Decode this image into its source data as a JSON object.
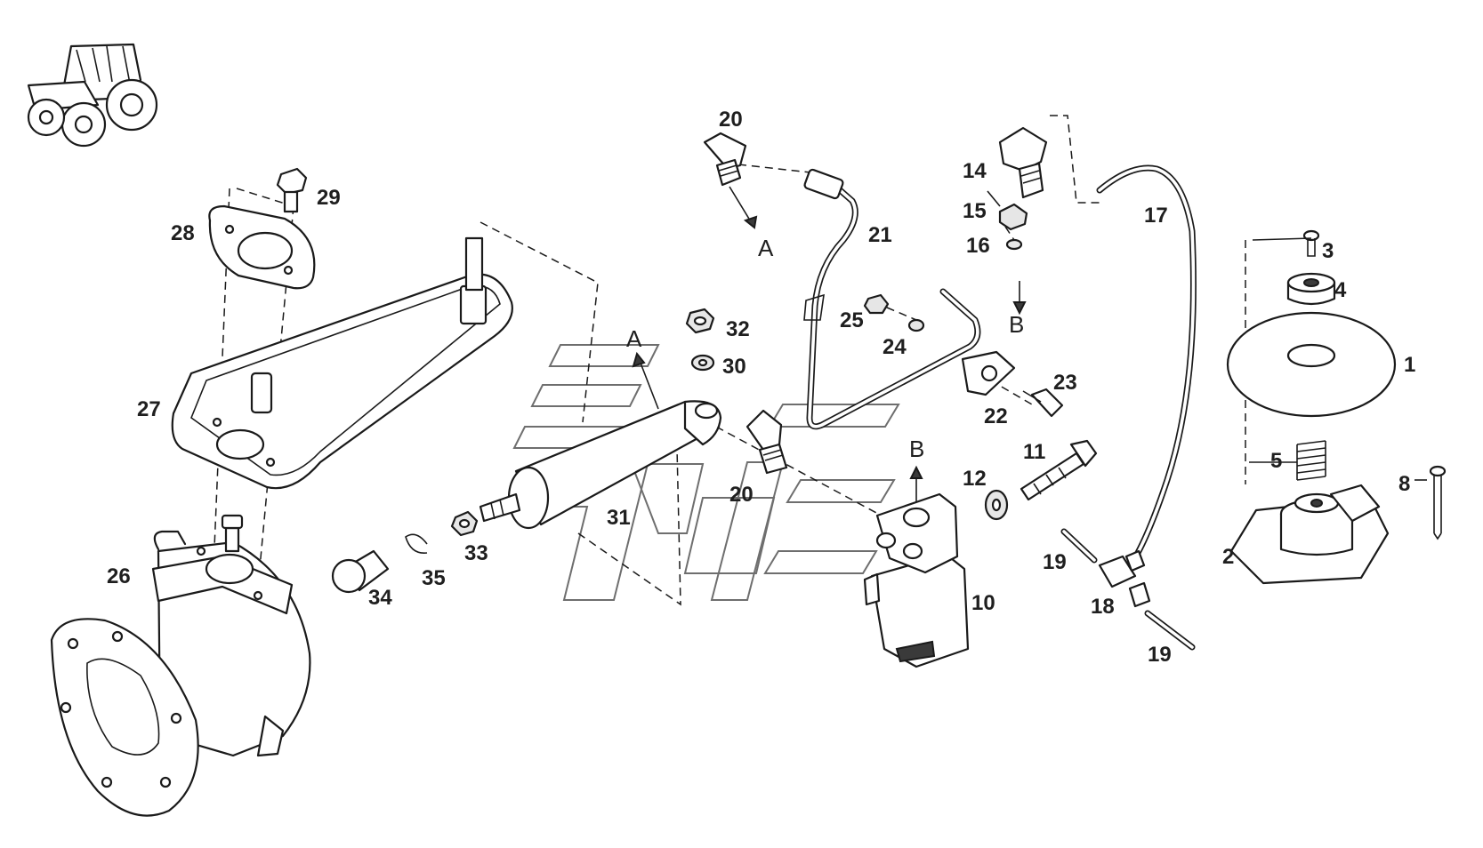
{
  "diagram": {
    "callouts": [
      {
        "id": "c1",
        "label": "1"
      },
      {
        "id": "c2",
        "label": "2"
      },
      {
        "id": "c3",
        "label": "3"
      },
      {
        "id": "c4",
        "label": "4"
      },
      {
        "id": "c5",
        "label": "5"
      },
      {
        "id": "c8",
        "label": "8"
      },
      {
        "id": "c10",
        "label": "10"
      },
      {
        "id": "c11",
        "label": "11"
      },
      {
        "id": "c12",
        "label": "12"
      },
      {
        "id": "c14",
        "label": "14"
      },
      {
        "id": "c15",
        "label": "15"
      },
      {
        "id": "c16",
        "label": "16"
      },
      {
        "id": "c17",
        "label": "17"
      },
      {
        "id": "c18",
        "label": "18"
      },
      {
        "id": "c19a",
        "label": "19"
      },
      {
        "id": "c19b",
        "label": "19"
      },
      {
        "id": "c20a",
        "label": "20"
      },
      {
        "id": "c20b",
        "label": "20"
      },
      {
        "id": "c21",
        "label": "21"
      },
      {
        "id": "c22",
        "label": "22"
      },
      {
        "id": "c23",
        "label": "23"
      },
      {
        "id": "c24",
        "label": "24"
      },
      {
        "id": "c25",
        "label": "25"
      },
      {
        "id": "c26",
        "label": "26"
      },
      {
        "id": "c27",
        "label": "27"
      },
      {
        "id": "c28",
        "label": "28"
      },
      {
        "id": "c29",
        "label": "29"
      },
      {
        "id": "c30",
        "label": "30"
      },
      {
        "id": "c31",
        "label": "31"
      },
      {
        "id": "c32",
        "label": "32"
      },
      {
        "id": "c33",
        "label": "33"
      },
      {
        "id": "c34",
        "label": "34"
      },
      {
        "id": "c35",
        "label": "35"
      }
    ],
    "connection_refs": [
      {
        "id": "refA1",
        "label": "A"
      },
      {
        "id": "refA2",
        "label": "A"
      },
      {
        "id": "refB1",
        "label": "B"
      },
      {
        "id": "refB2",
        "label": "B"
      }
    ]
  }
}
